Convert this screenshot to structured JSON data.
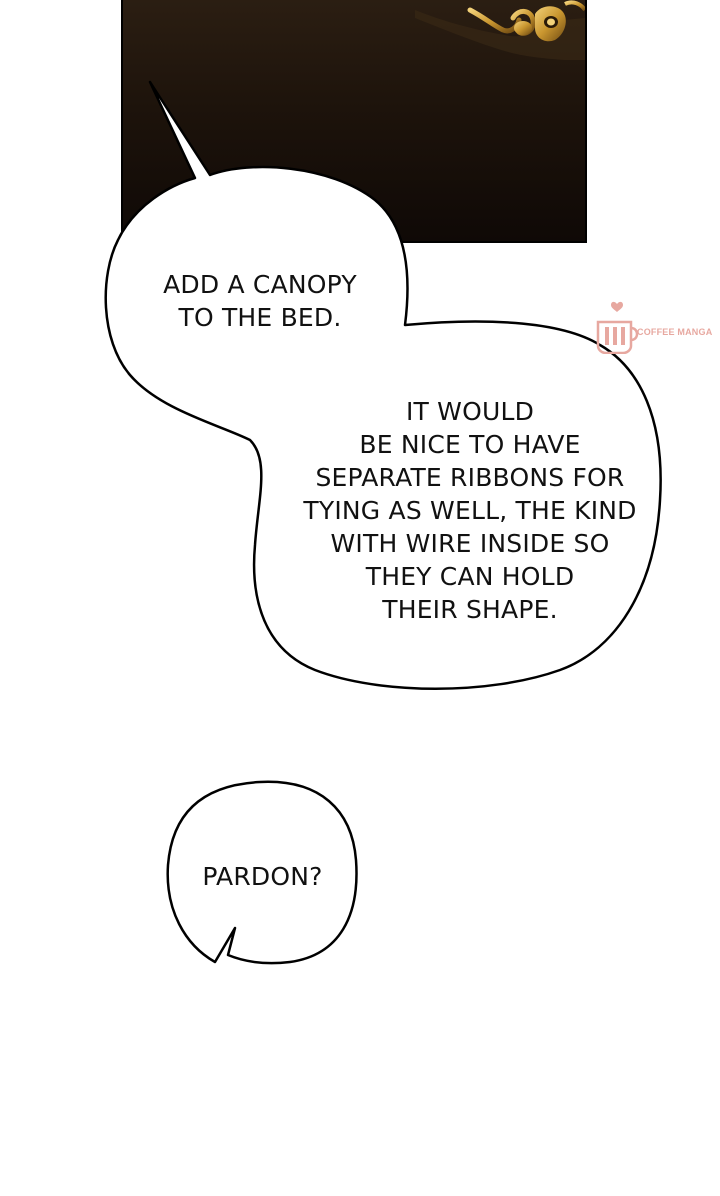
{
  "bubbles": {
    "first": "ADD A CANOPY\nTO THE BED.",
    "second": "IT WOULD\nBE NICE TO HAVE\nSEPARATE RIBBONS FOR\nTYING AS WELL, THE KIND\nWITH WIRE INSIDE SO\nTHEY CAN HOLD\nTHEIR SHAPE.",
    "third": "PARDON?"
  },
  "watermark": {
    "text": "COFFEE MANGA",
    "icon": "coffee-cup-icon",
    "color": "#e7a8a0"
  },
  "colors": {
    "panel_dark": "#1d130b",
    "gold": "#c9962f",
    "bubble_fill": "#ffffff",
    "bubble_stroke": "#000000"
  }
}
